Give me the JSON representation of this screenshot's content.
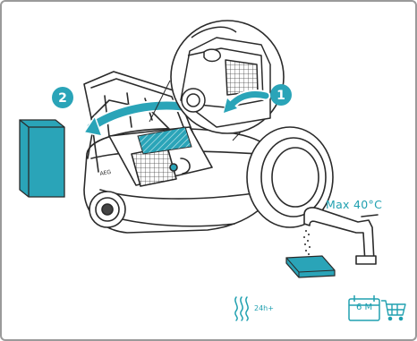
{
  "steps": {
    "step1": "1",
    "step2": "2"
  },
  "wash": {
    "max_temp": "Max 40°C"
  },
  "dry": {
    "duration": "24h+"
  },
  "replace": {
    "interval": "6 M"
  },
  "icons": {
    "step_badge": "number-circle-icon",
    "wash": "tap-icon",
    "dry": "drying-waves-icon",
    "replace": "calendar-icon",
    "shop": "shopping-cart-icon"
  },
  "colors": {
    "accent": "#20a0b0",
    "filter": "#2aa4b8",
    "line": "#2a2a2a"
  }
}
